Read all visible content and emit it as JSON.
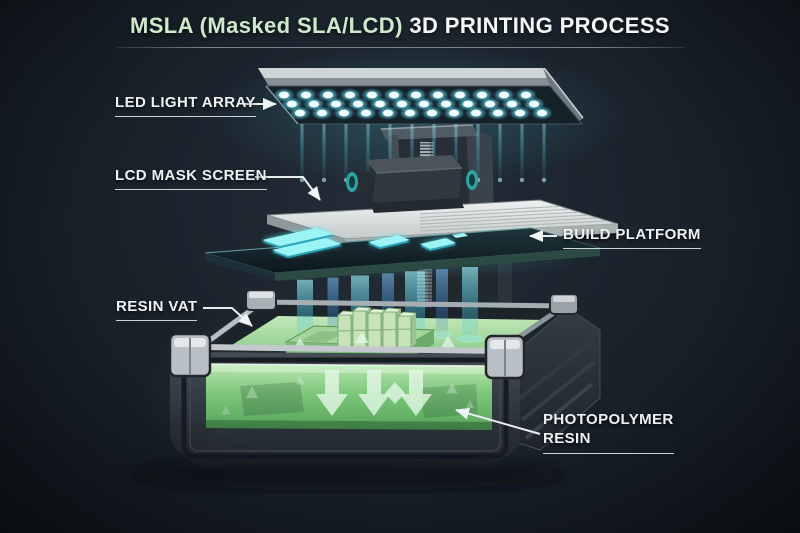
{
  "title": {
    "highlight": "MSLA (Masked SLA/LCD)",
    "rest": " 3D PRINTING PROCESS"
  },
  "labels": {
    "led_light_array": "LED LIGHT ARRAY",
    "lcd_mask_screen": "LCD MASK SCREEN",
    "build_platform": "BUILD PLATFORM",
    "resin_vat": "RESIN VAT",
    "photopolymer_resin_line1": "PHOTOPOLYMER",
    "photopolymer_resin_line2": "RESIN"
  },
  "colors": {
    "background": "#151d25",
    "title_accent_green": "#cfe9cc",
    "title_white": "#f4f7f7",
    "label_text": "#edf2f3",
    "led_glow_cyan": "#8ceef7",
    "uv_beam_cyan": "#4cc4de",
    "uv_beam_blue": "#3e84c8",
    "lcd_shape_cyan": "#9df4f6",
    "resin_green": "#7cc77b",
    "metal_gray": "#c6cdcd",
    "vat_frame_dark": "#2b323a"
  }
}
